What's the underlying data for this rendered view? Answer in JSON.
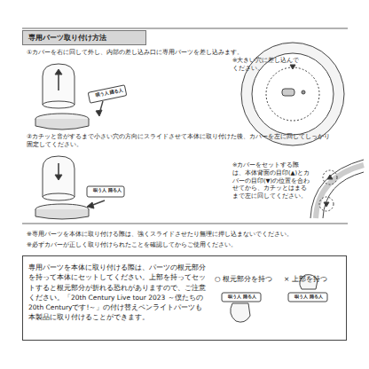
{
  "diagram": {
    "nodes": [
      {
        "text": [
          "専用パーツ取り付け方法"
        ]
      },
      {
        "text": [
          "専用パーツを本体に取り付ける際は、パーツの根元部分を持って本体にセットしてください。上部を持ってセットすると根元部分が折れる恐れがありますので、ご注意ください。「20th Century Live tour 2023 ～僕たちの20th Centuryです!～」の付け替えペンライトパーツも本製品に取り付けることができます。"
        ]
      }
    ],
    "labels": [
      "①カバーを右に回して外し、内部の差し込み口に専用パーツを差し込みます。",
      "※大きい穴に差し込んでください。",
      "②カチッと音がするまで小さい穴の方向にスライドさせて本体に取り付けた後、カバーを左に回してしっかり固定してください。",
      "※カバーをセットする際は、本体背面の目印(▲)とカバーの目印(▼)の位置を合わせてから、カチッとはまるまで左に回してください。",
      "※専用パーツを本体に取り付ける際は、強くスライドさせたり無理に押し込まないでください。",
      "※必ずカバーが正しく取り付けられたことを確認してからご使用ください。",
      "○ 根元部分を持つ",
      "× 上部を持つ",
      "唄う人 踊る人",
      "唄う人 踊る人",
      "唄う人 踊る人",
      "唄う人 踊る人"
    ]
  }
}
